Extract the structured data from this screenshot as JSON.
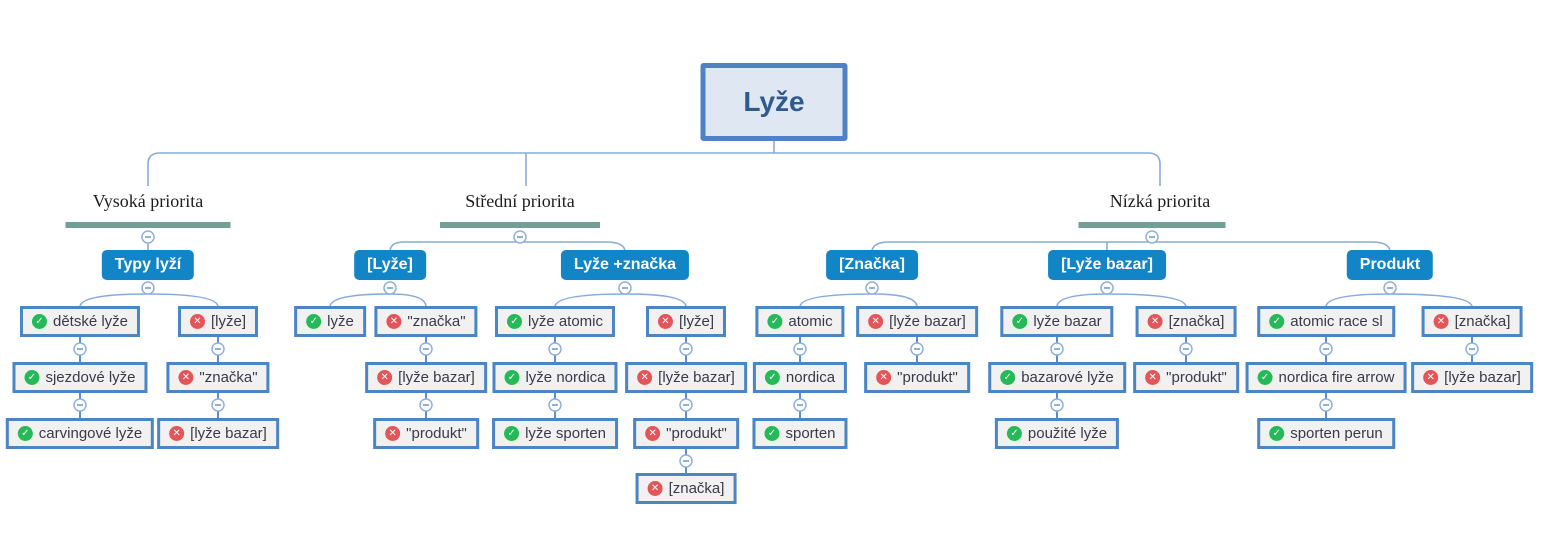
{
  "diagram": {
    "root": {
      "label": "Lyže"
    },
    "groups": [
      {
        "priority": "Vysoká priorita",
        "categories": [
          {
            "label": "Typy lyží",
            "chains": [
              {
                "nodes": [
                  {
                    "label": "dětské lyže",
                    "status": "included"
                  },
                  {
                    "label": "sjezdové lyže",
                    "status": "included"
                  },
                  {
                    "label": "carvingové lyže",
                    "status": "included"
                  }
                ]
              },
              {
                "nodes": [
                  {
                    "label": "[lyže]",
                    "status": "excluded"
                  },
                  {
                    "label": "\"značka\"",
                    "status": "excluded"
                  },
                  {
                    "label": "[lyže bazar]",
                    "status": "excluded"
                  }
                ]
              }
            ]
          }
        ]
      },
      {
        "priority": "Střední priorita",
        "categories": [
          {
            "label": "[Lyže]",
            "chains": [
              {
                "nodes": [
                  {
                    "label": "lyže",
                    "status": "included"
                  }
                ]
              },
              {
                "nodes": [
                  {
                    "label": "\"značka\"",
                    "status": "excluded"
                  },
                  {
                    "label": "[lyže bazar]",
                    "status": "excluded"
                  },
                  {
                    "label": "\"produkt\"",
                    "status": "excluded"
                  }
                ]
              }
            ]
          },
          {
            "label": "Lyže +značka",
            "chains": [
              {
                "nodes": [
                  {
                    "label": "lyže atomic",
                    "status": "included"
                  },
                  {
                    "label": "lyže nordica",
                    "status": "included"
                  },
                  {
                    "label": "lyže sporten",
                    "status": "included"
                  }
                ]
              },
              {
                "nodes": [
                  {
                    "label": "[lyže]",
                    "status": "excluded"
                  },
                  {
                    "label": "[lyže bazar]",
                    "status": "excluded"
                  },
                  {
                    "label": "\"produkt\"",
                    "status": "excluded"
                  },
                  {
                    "label": "[značka]",
                    "status": "excluded"
                  }
                ]
              }
            ]
          }
        ]
      },
      {
        "priority": "Nízká priorita",
        "categories": [
          {
            "label": "[Značka]",
            "chains": [
              {
                "nodes": [
                  {
                    "label": "atomic",
                    "status": "included"
                  },
                  {
                    "label": "nordica",
                    "status": "included"
                  },
                  {
                    "label": "sporten",
                    "status": "included"
                  }
                ]
              },
              {
                "nodes": [
                  {
                    "label": "[lyže bazar]",
                    "status": "excluded"
                  },
                  {
                    "label": "\"produkt\"",
                    "status": "excluded"
                  }
                ]
              }
            ]
          },
          {
            "label": "[Lyže bazar]",
            "chains": [
              {
                "nodes": [
                  {
                    "label": "lyže bazar",
                    "status": "included"
                  },
                  {
                    "label": "bazarové lyže",
                    "status": "included"
                  },
                  {
                    "label": "použité lyže",
                    "status": "included"
                  }
                ]
              },
              {
                "nodes": [
                  {
                    "label": "[značka]",
                    "status": "excluded"
                  },
                  {
                    "label": "\"produkt\"",
                    "status": "excluded"
                  }
                ]
              }
            ]
          },
          {
            "label": "Produkt",
            "chains": [
              {
                "nodes": [
                  {
                    "label": "atomic race sl",
                    "status": "included"
                  },
                  {
                    "label": "nordica fire arrow",
                    "status": "included"
                  },
                  {
                    "label": "sporten perun",
                    "status": "included"
                  }
                ]
              },
              {
                "nodes": [
                  {
                    "label": "[značka]",
                    "status": "excluded"
                  },
                  {
                    "label": "[lyže bazar]",
                    "status": "excluded"
                  }
                ]
              }
            ]
          }
        ]
      }
    ],
    "status_icons": {
      "included": "check-icon",
      "excluded": "cross-icon"
    },
    "colors": {
      "category_fill": "#1285c6",
      "node_border": "#4a85c4",
      "node_fill": "#f1f1f2",
      "root_fill": "#dfe7f3",
      "root_border": "#4e82c4",
      "priority_underline": "#70a093",
      "connector": "#89abdc",
      "included_icon": "#25b958",
      "excluded_icon": "#e4555a"
    }
  }
}
